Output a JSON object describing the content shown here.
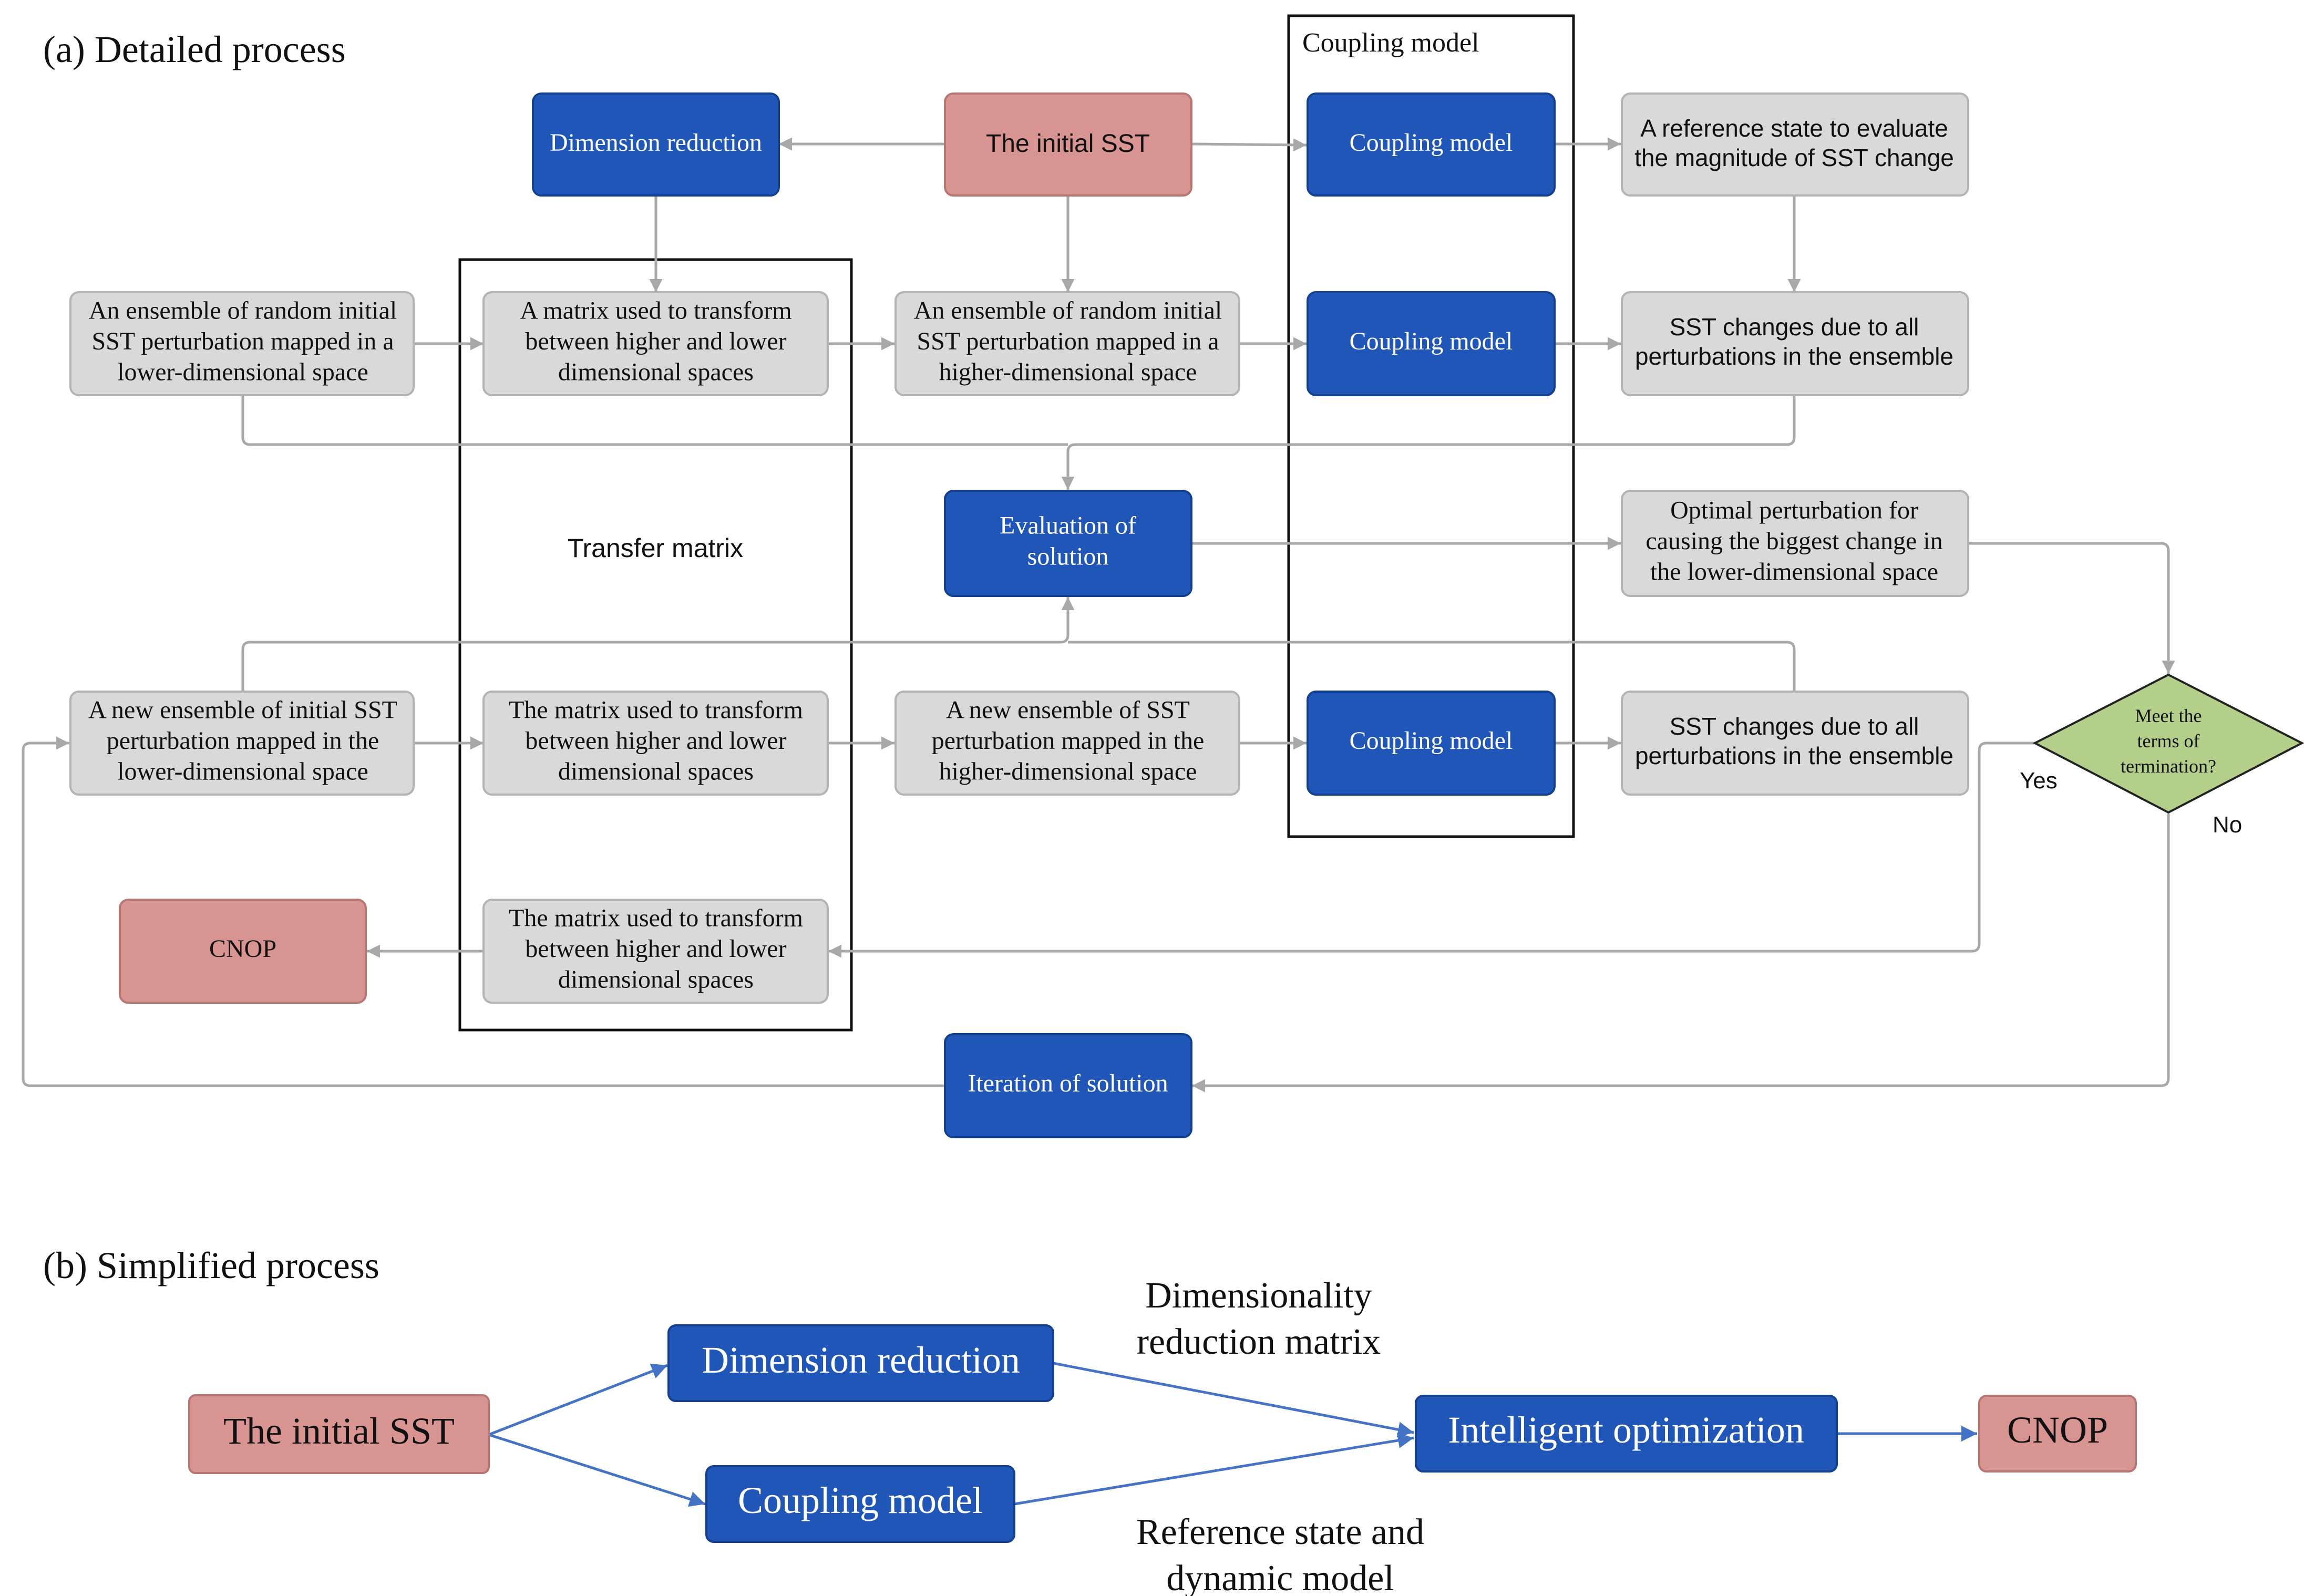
{
  "panel_a": {
    "title": "(a) Detailed process",
    "frames": {
      "coupling_title": "Coupling model",
      "transfer_title": "Transfer matrix"
    },
    "boxes": {
      "dim_red": [
        "Dimension reduction"
      ],
      "initial_sst": [
        "The initial SST"
      ],
      "coupling1": [
        "Coupling model"
      ],
      "ref_state": [
        "A reference state to evaluate",
        "the magnitude of SST change"
      ],
      "ens_random_low": [
        "An ensemble of random initial",
        "SST perturbation mapped in a",
        "lower-dimensional space"
      ],
      "matrix1": [
        "A matrix used to transform",
        "between higher and lower",
        "dimensional spaces"
      ],
      "ens_random_high": [
        "An ensemble of random initial",
        "SST perturbation mapped in a",
        "higher-dimensional space"
      ],
      "coupling2": [
        "Coupling model"
      ],
      "sst_changes1": [
        "SST changes due to all",
        "perturbations in the ensemble"
      ],
      "evaluation": [
        "Evaluation of",
        "solution"
      ],
      "optimal": [
        "Optimal perturbation for",
        "causing the biggest change in",
        "the lower-dimensional space"
      ],
      "new_ens_low": [
        "A new ensemble of initial SST",
        "perturbation mapped in the",
        "lower-dimensional space"
      ],
      "matrix2": [
        "The matrix used to transform",
        "between higher and lower",
        "dimensional spaces"
      ],
      "new_ens_high": [
        "A new ensemble of SST",
        "perturbation mapped in the",
        "higher-dimensional space"
      ],
      "coupling3": [
        "Coupling model"
      ],
      "sst_changes2": [
        "SST changes due to all",
        "perturbations in the ensemble"
      ],
      "decision": [
        "Meet the",
        "terms of",
        "termination?"
      ],
      "cnop": [
        "CNOP"
      ],
      "matrix3": [
        "The matrix used to transform",
        "between higher and lower",
        "dimensional spaces"
      ],
      "iteration": [
        "Iteration of solution"
      ]
    },
    "labels": {
      "yes": "Yes",
      "no": "No"
    }
  },
  "panel_b": {
    "title": "(b) Simplified process",
    "boxes": {
      "initial_sst": [
        "The initial SST"
      ],
      "dim_red": [
        "Dimension reduction"
      ],
      "coupling": [
        "Coupling model"
      ],
      "intelligent": [
        "Intelligent optimization"
      ],
      "cnop": [
        "CNOP"
      ]
    },
    "annotations": {
      "dimensionality": [
        "Dimensionality",
        "reduction matrix"
      ],
      "reference": [
        "Reference state and",
        "dynamic model"
      ]
    }
  },
  "colors": {
    "blue_box": "#1f56b8",
    "pink_box": "#d89490",
    "gray_box": "#d9d9d9",
    "decision_fill": "#b4cf8a",
    "connector_gray": "#a8a8a8",
    "connector_blue": "#4472c4"
  }
}
